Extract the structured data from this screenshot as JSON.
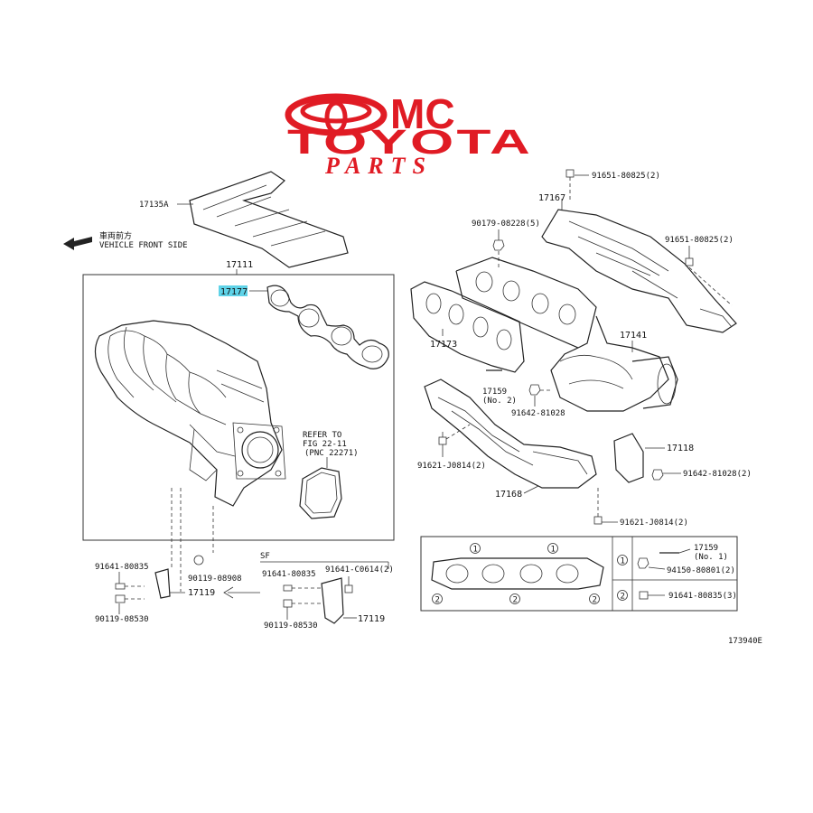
{
  "logo": {
    "line1": "MC",
    "line2": "TOYOTA",
    "line3": "PARTS"
  },
  "direction": {
    "jp": "車両前方",
    "en": "VEHICLE FRONT SIDE"
  },
  "labels": {
    "p17135A": "17135A",
    "p17111": "17111",
    "p17177": "17177",
    "refer1": "REFER TO",
    "refer2": "FIG 22-11",
    "refer3": "(PNC 22271)",
    "p91641_80835_a": "91641-80835",
    "p90119_08908": "90119-08908",
    "p17119_a": "17119",
    "p90119_08530_a": "90119-08530",
    "sf": "SF",
    "p91641_80835_b": "91641-80835",
    "p91641_c0614": "91641-C0614(2)",
    "p17119_b": "17119",
    "p90119_08530_b": "90119-08530",
    "p91651_a": "91651-80825(2)",
    "p17167": "17167",
    "p90179": "90179-08228(5)",
    "p91651_b": "91651-80825(2)",
    "p17173": "17173",
    "p17141": "17141",
    "p17159": "17159",
    "p17159_no2": "(No. 2)",
    "p91642_a": "91642-81028",
    "p17118": "17118",
    "p91621_a": "91621-J0814(2)",
    "p91642_b": "91642-81028(2)",
    "p17168": "17168",
    "p91621_b": "91621-J0814(2)",
    "legend_17159": "17159",
    "legend_no1": "(No. 1)",
    "legend_94150": "94150-80801(2)",
    "legend_91641": "91641-80835(3)",
    "m1": "1",
    "m2": "2",
    "fig_id": "173940E"
  },
  "colors": {
    "brand": "#e01b24",
    "highlight": "#5fd3e8",
    "line": "#222222"
  }
}
